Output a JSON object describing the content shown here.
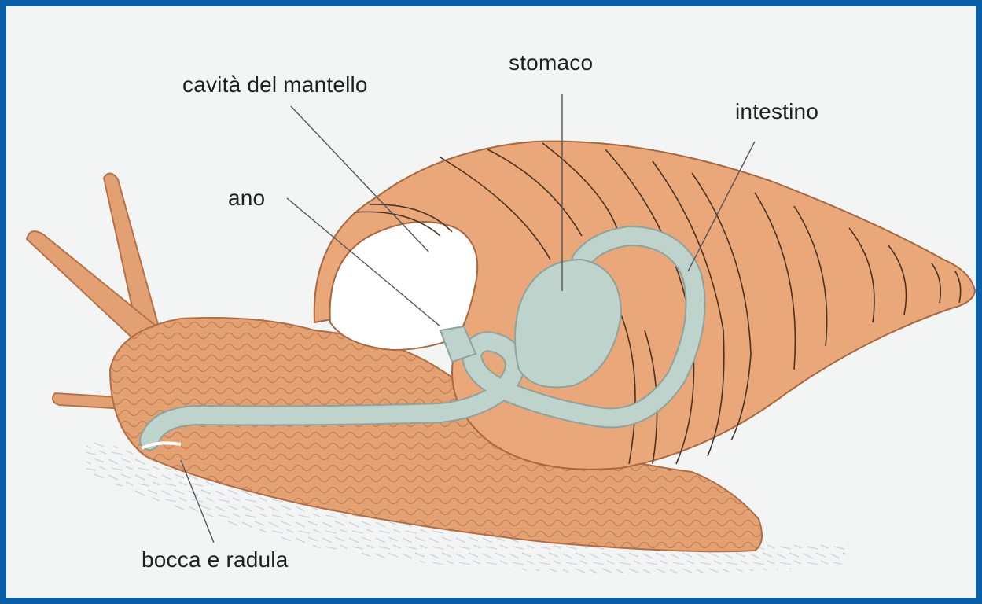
{
  "labels": {
    "stomach": "stomaco",
    "mantle_cavity": "cavità del mantello",
    "intestine": "intestino",
    "anus": "ano",
    "mouth_radula": "bocca e radula"
  },
  "colors": {
    "frame": "#0a5fa8",
    "background": "#f3f4f4",
    "shell": "#e9a77a",
    "body": "#e4a273",
    "foot_texture": "#c07a4c",
    "digestive": "#bfd3cd",
    "lines": "#3a3a3a"
  }
}
